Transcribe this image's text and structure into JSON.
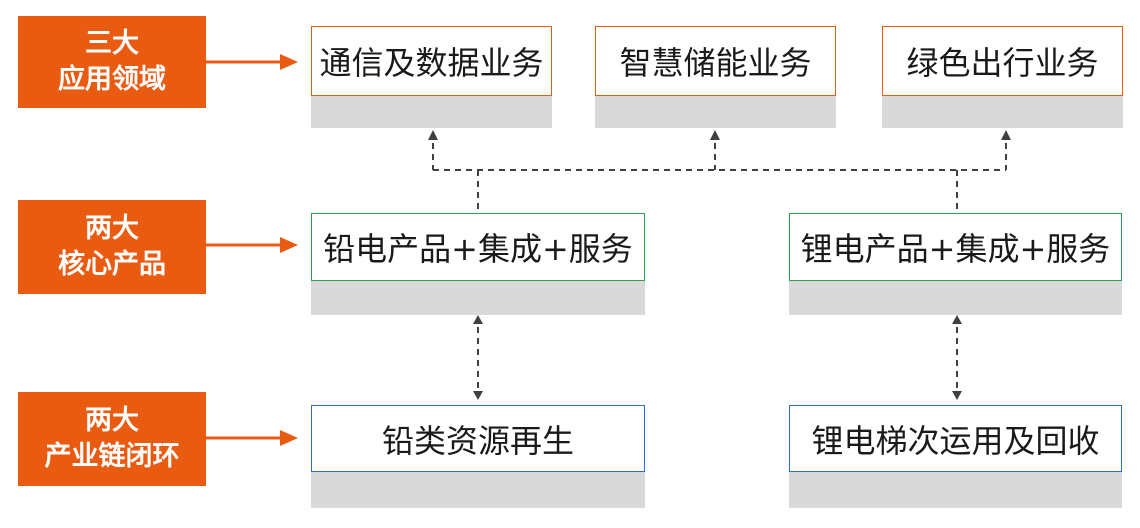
{
  "tiers": [
    {
      "label_lines": [
        "三大",
        "应用领域"
      ],
      "boxes": [
        {
          "label": "通信及数据业务"
        },
        {
          "label": "智慧储能业务"
        },
        {
          "label": "绿色出行业务"
        }
      ]
    },
    {
      "label_lines": [
        "两大",
        "核心产品"
      ],
      "boxes": [
        {
          "label": "铅电产品+集成+服务"
        },
        {
          "label": "锂电产品+集成+服务"
        }
      ]
    },
    {
      "label_lines": [
        "两大",
        "产业链闭环"
      ],
      "boxes": [
        {
          "label": "铅类资源再生"
        },
        {
          "label": "锂电梯次运用及回收"
        }
      ]
    }
  ],
  "colors": {
    "accent": "#EA5B12",
    "tier1_border": "#EA5B12",
    "tier2_border": "#2E9E4F",
    "tier3_border": "#2F6FBF",
    "shadow": "#D9D9D9",
    "connector": "#404040"
  }
}
